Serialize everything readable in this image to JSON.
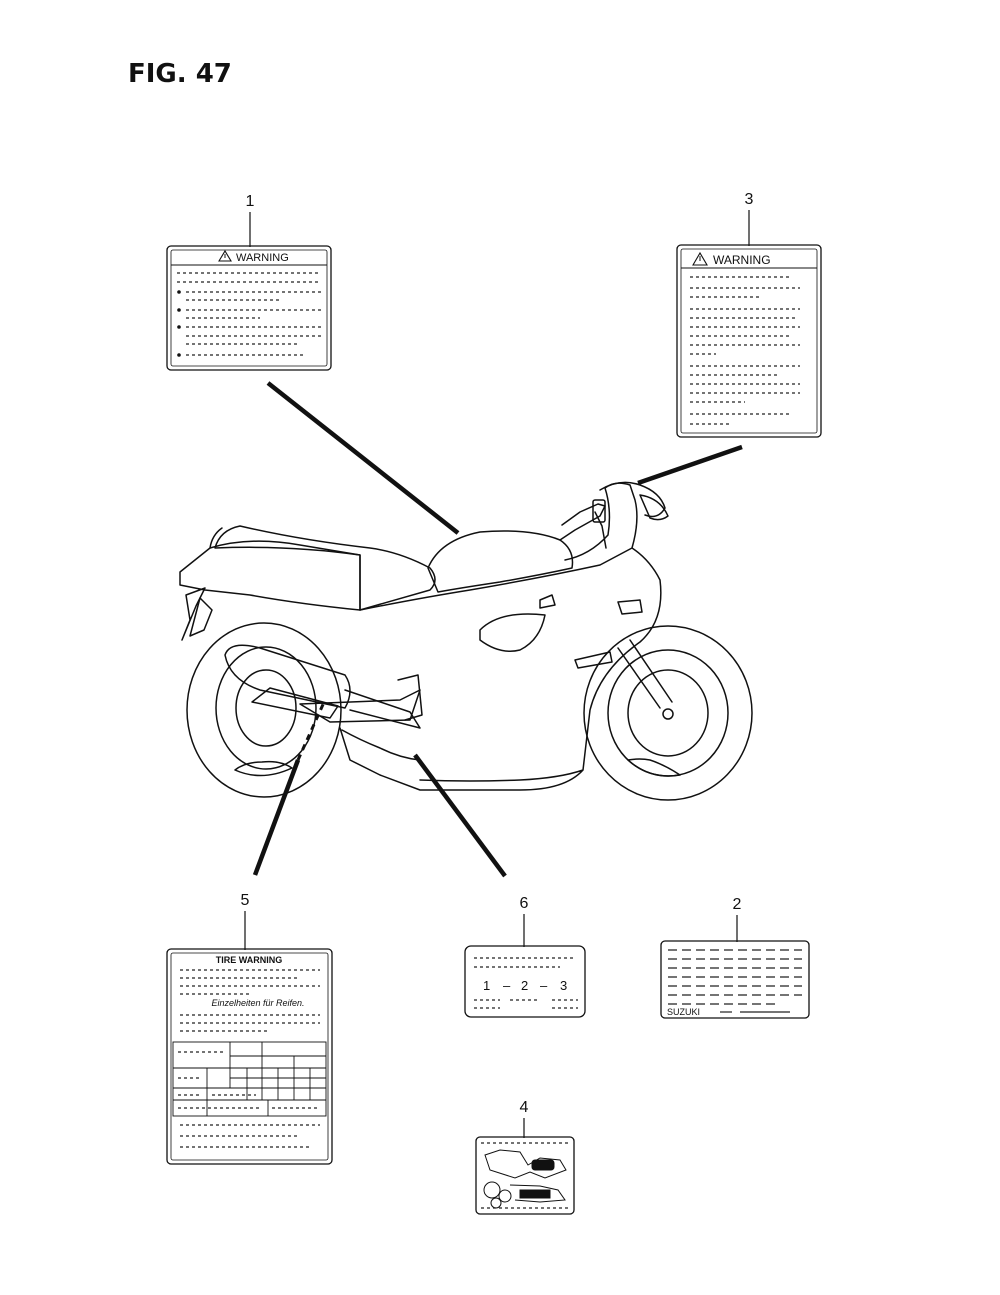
{
  "figure": {
    "title": "FIG. 47"
  },
  "callouts": [
    "1",
    "2",
    "3",
    "4",
    "5",
    "6"
  ],
  "labels": {
    "label_1": {
      "heading": "WARNING",
      "icon": "warning-triangle-icon"
    },
    "label_3": {
      "heading": "WARNING",
      "icon": "warning-triangle-icon"
    },
    "label_5": {
      "heading": "TIRE WARNING",
      "subheading": "Einzelheiten für Reifen."
    },
    "label_6": {
      "sequence": [
        "1",
        "–",
        "2",
        "–",
        "3"
      ]
    },
    "label_2": {
      "brand": "SUZUKI"
    },
    "label_4": {}
  }
}
